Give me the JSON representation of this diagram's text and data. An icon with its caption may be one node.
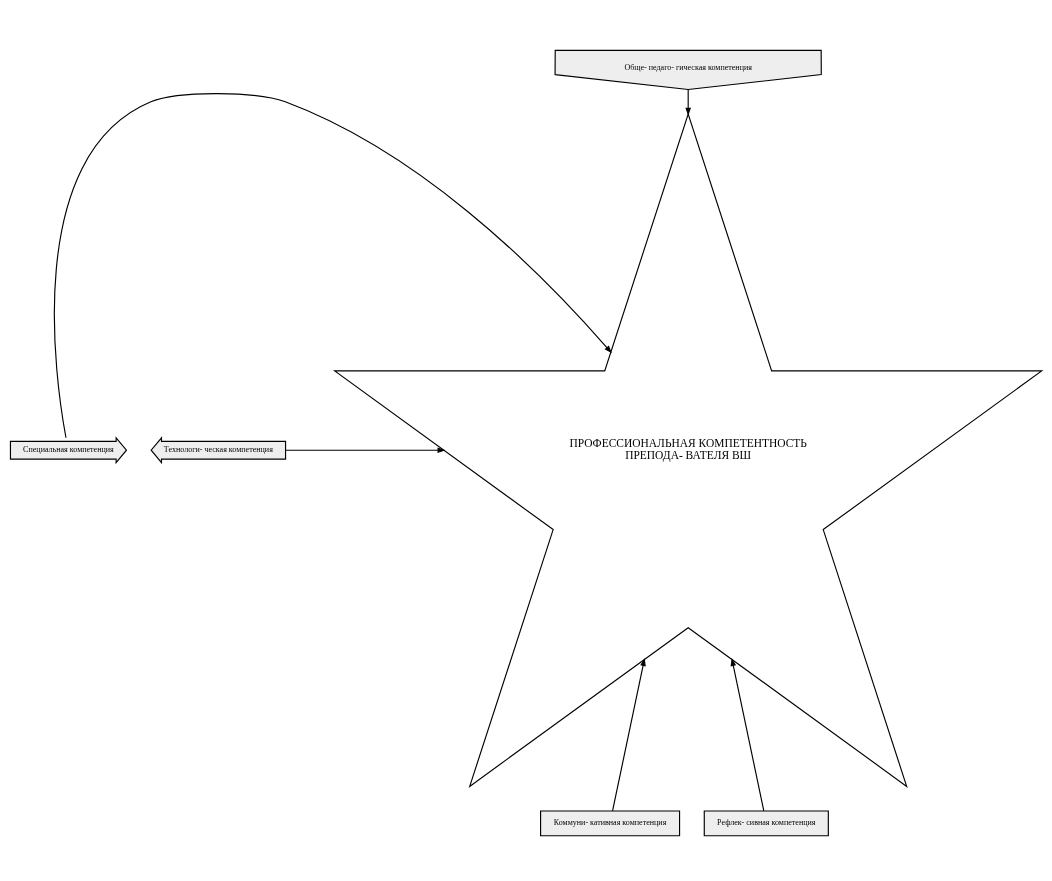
{
  "diagram": {
    "nodes": [
      {
        "text": [
          "ПРОФЕССИОНАЛЬНАЯ КОМПЕТЕНТНОСТЬ",
          "ПРЕПОДА- ВАТЕЛЯ ВШ"
        ]
      },
      {
        "text": [
          "Обще- педаго- гическая компетенция"
        ]
      },
      {
        "text": [
          "Специальная компетенция"
        ]
      },
      {
        "text": [
          "Технологи- ческая компетенция"
        ]
      },
      {
        "text": [
          "Коммуни- кативная компетенция"
        ]
      },
      {
        "text": [
          "Рефлек- сивная компетенция"
        ]
      }
    ],
    "edges": [
      {
        "from": 1,
        "to": 0,
        "arrow": "to"
      },
      {
        "from": 2,
        "to": 0,
        "arrow": "to"
      },
      {
        "from": 3,
        "to": 0,
        "arrow": "to"
      },
      {
        "from": 4,
        "to": 0,
        "arrow": "to"
      },
      {
        "from": 5,
        "to": 0,
        "arrow": "to"
      }
    ]
  }
}
